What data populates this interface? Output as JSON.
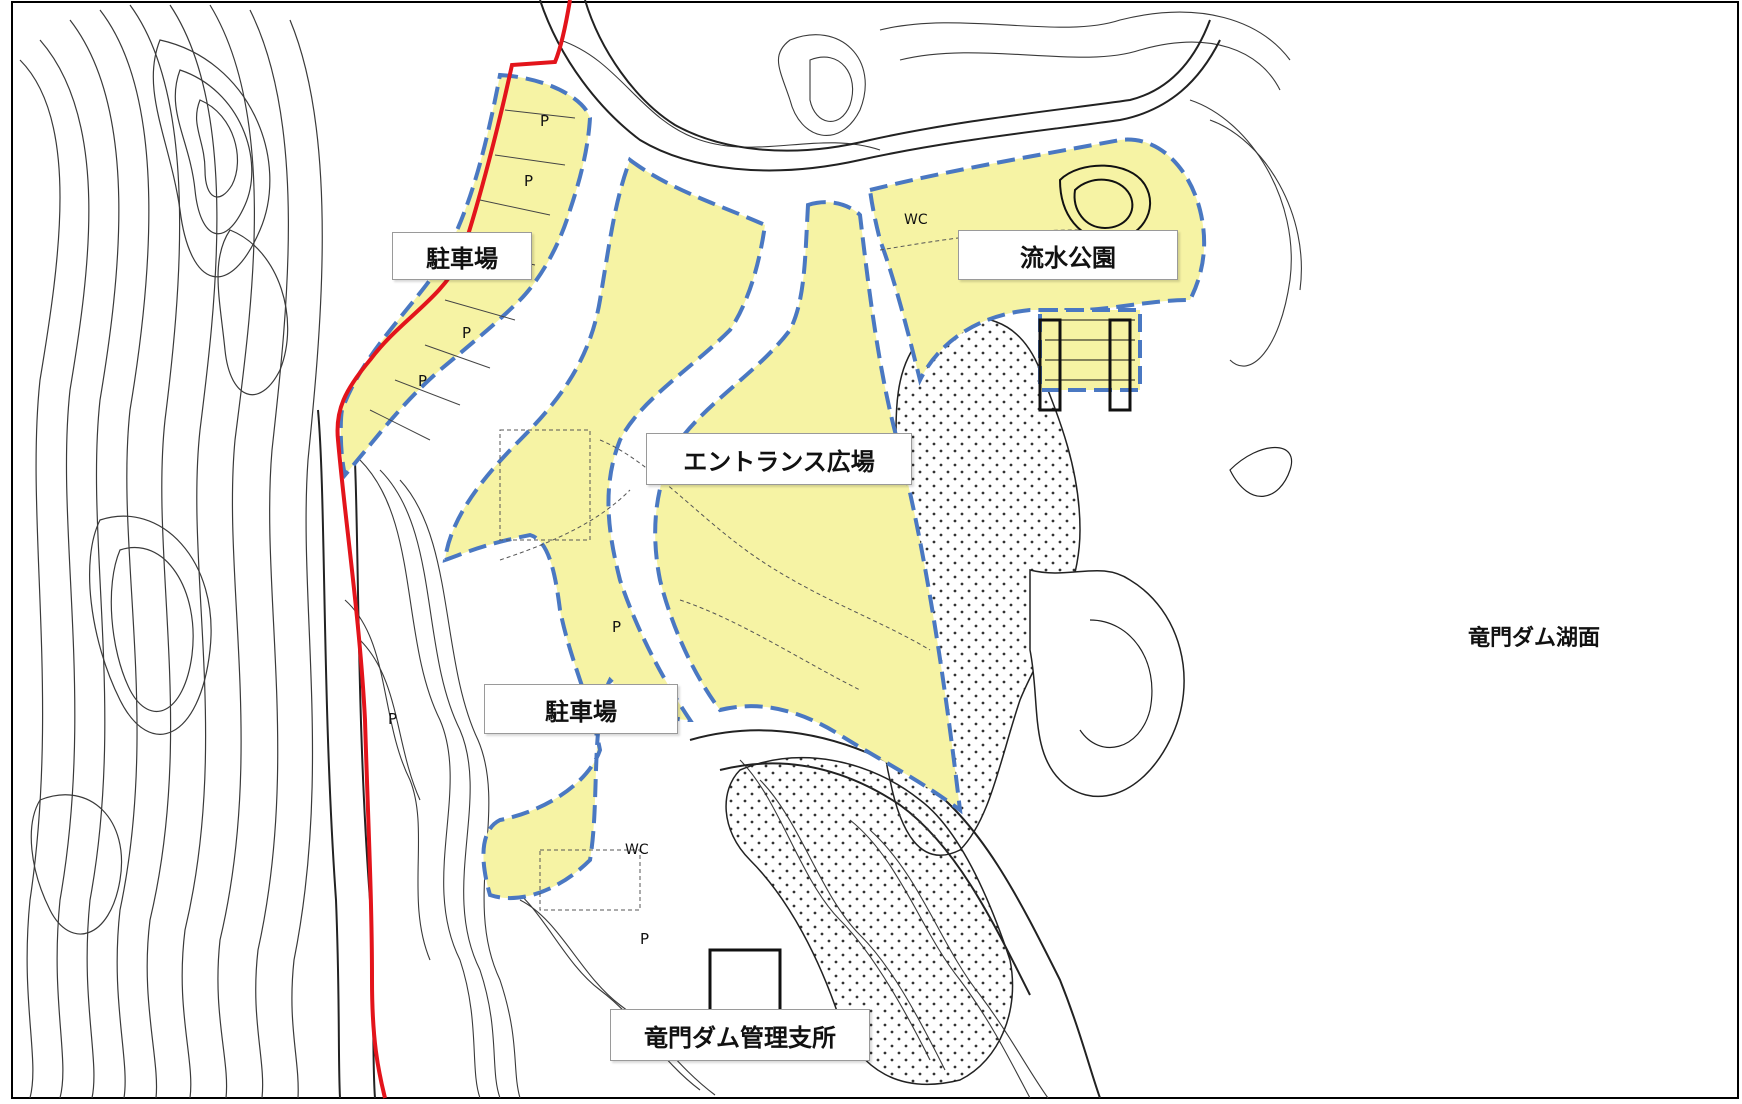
{
  "map": {
    "labels": {
      "parking_north": "駐車場",
      "parking_south": "駐車場",
      "entrance_plaza": "エントランス広場",
      "stream_park": "流水公園",
      "dam_office": "竜門ダム管理支所",
      "lake_surface": "竜門ダム湖面"
    },
    "symbols": {
      "parking": "P",
      "toilet": "WC"
    },
    "colors": {
      "area_fill": "#f6f3a4",
      "area_border": "#4a78c2",
      "boundary_line": "#e3141b",
      "contour": "#3a3a3a",
      "frame": "#000000"
    }
  }
}
